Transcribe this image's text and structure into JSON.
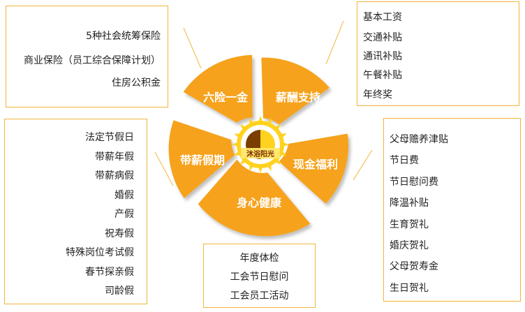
{
  "center_label": "沐浴阳光",
  "segments": {
    "six_insurances": "六险一金",
    "salary_support": "薪酬支持",
    "cash_benefits": "现金福利",
    "health": "身心健康",
    "paid_leave": "带薪假期"
  },
  "lists": {
    "six_insurances": [
      "5种社会统筹保险",
      "商业保险（员工综合保障计划）",
      "住房公积金"
    ],
    "salary_support": [
      "基本工资",
      "交通补贴",
      "通讯补贴",
      "午餐补贴",
      "年终奖"
    ],
    "paid_leave": [
      "法定节假日",
      "带薪年假",
      "带薪病假",
      "婚假",
      "产假",
      "祝寿假",
      "特殊岗位考试假",
      "春节探亲假",
      "司龄假"
    ],
    "cash_benefits": [
      "父母赡养津贴",
      "节日费",
      "节日慰问费",
      "降温补贴",
      "生育贺礼",
      "婚庆贺礼",
      "父母贺寿金",
      "生日贺礼"
    ],
    "health": [
      "年度体检",
      "工会节日慰问",
      "工会员工活动"
    ]
  },
  "colors": {
    "segment_fill": "#f6a21a",
    "segment_shadow": "#d98a10",
    "segment_text": "#ffffff",
    "box_border": "#f0b43a",
    "connector": "#f3c25c",
    "sun": "#ffd21f",
    "sun_core_dark": "#7a3e00"
  }
}
